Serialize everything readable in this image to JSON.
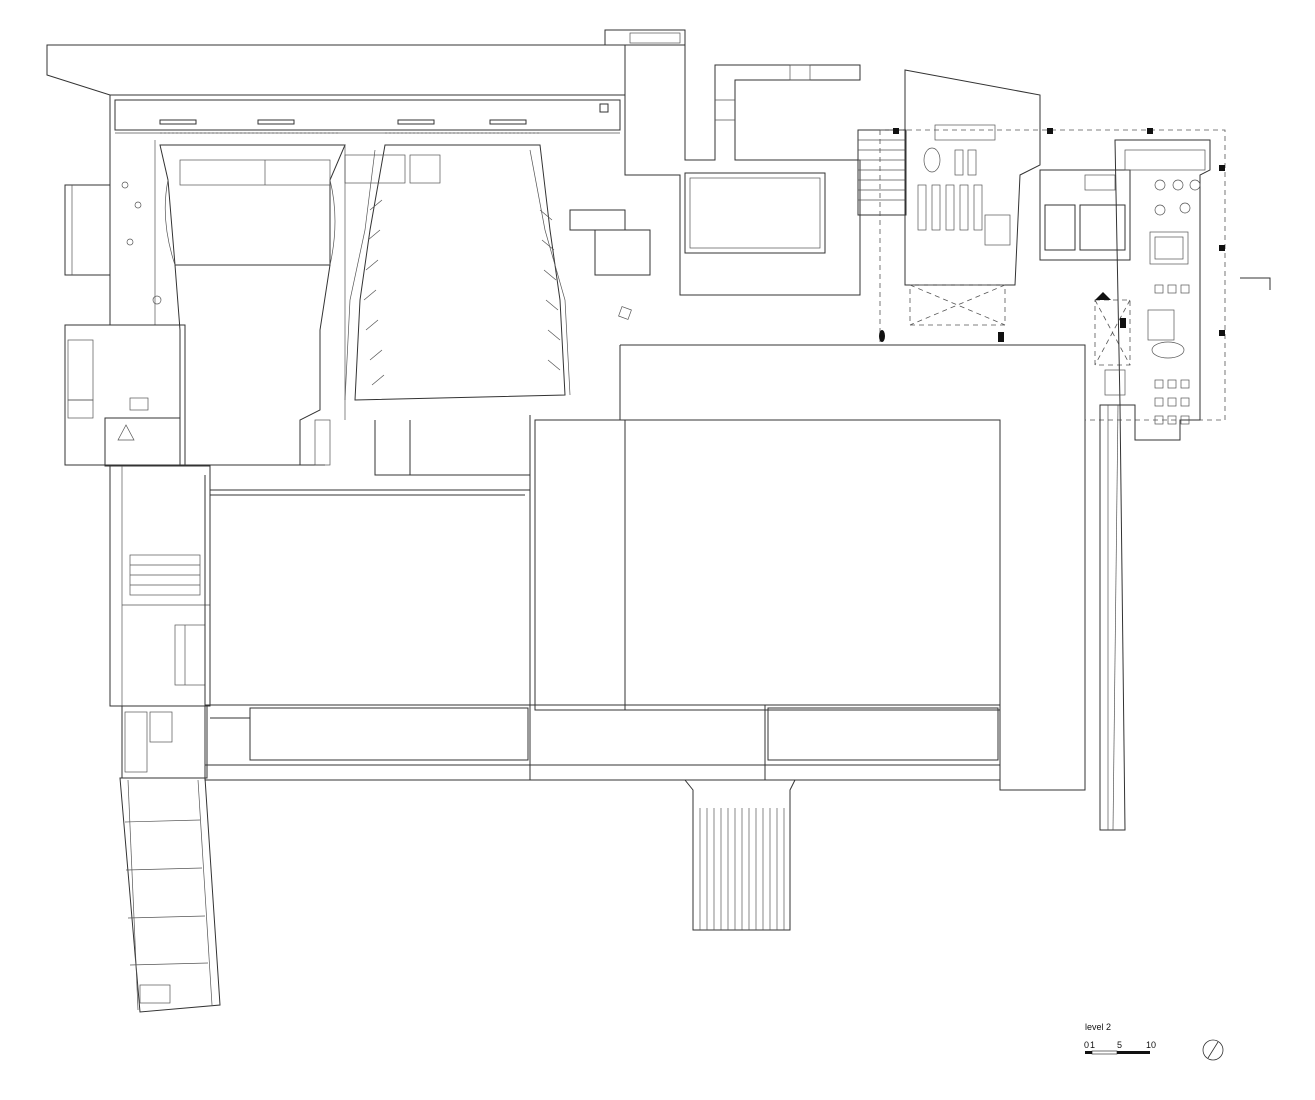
{
  "plan": {
    "level_label": "level 2",
    "scale_bar": {
      "ticks": [
        "0",
        "1",
        "5",
        "10"
      ]
    },
    "north_arrow_icon": "north-arrow-icon"
  }
}
